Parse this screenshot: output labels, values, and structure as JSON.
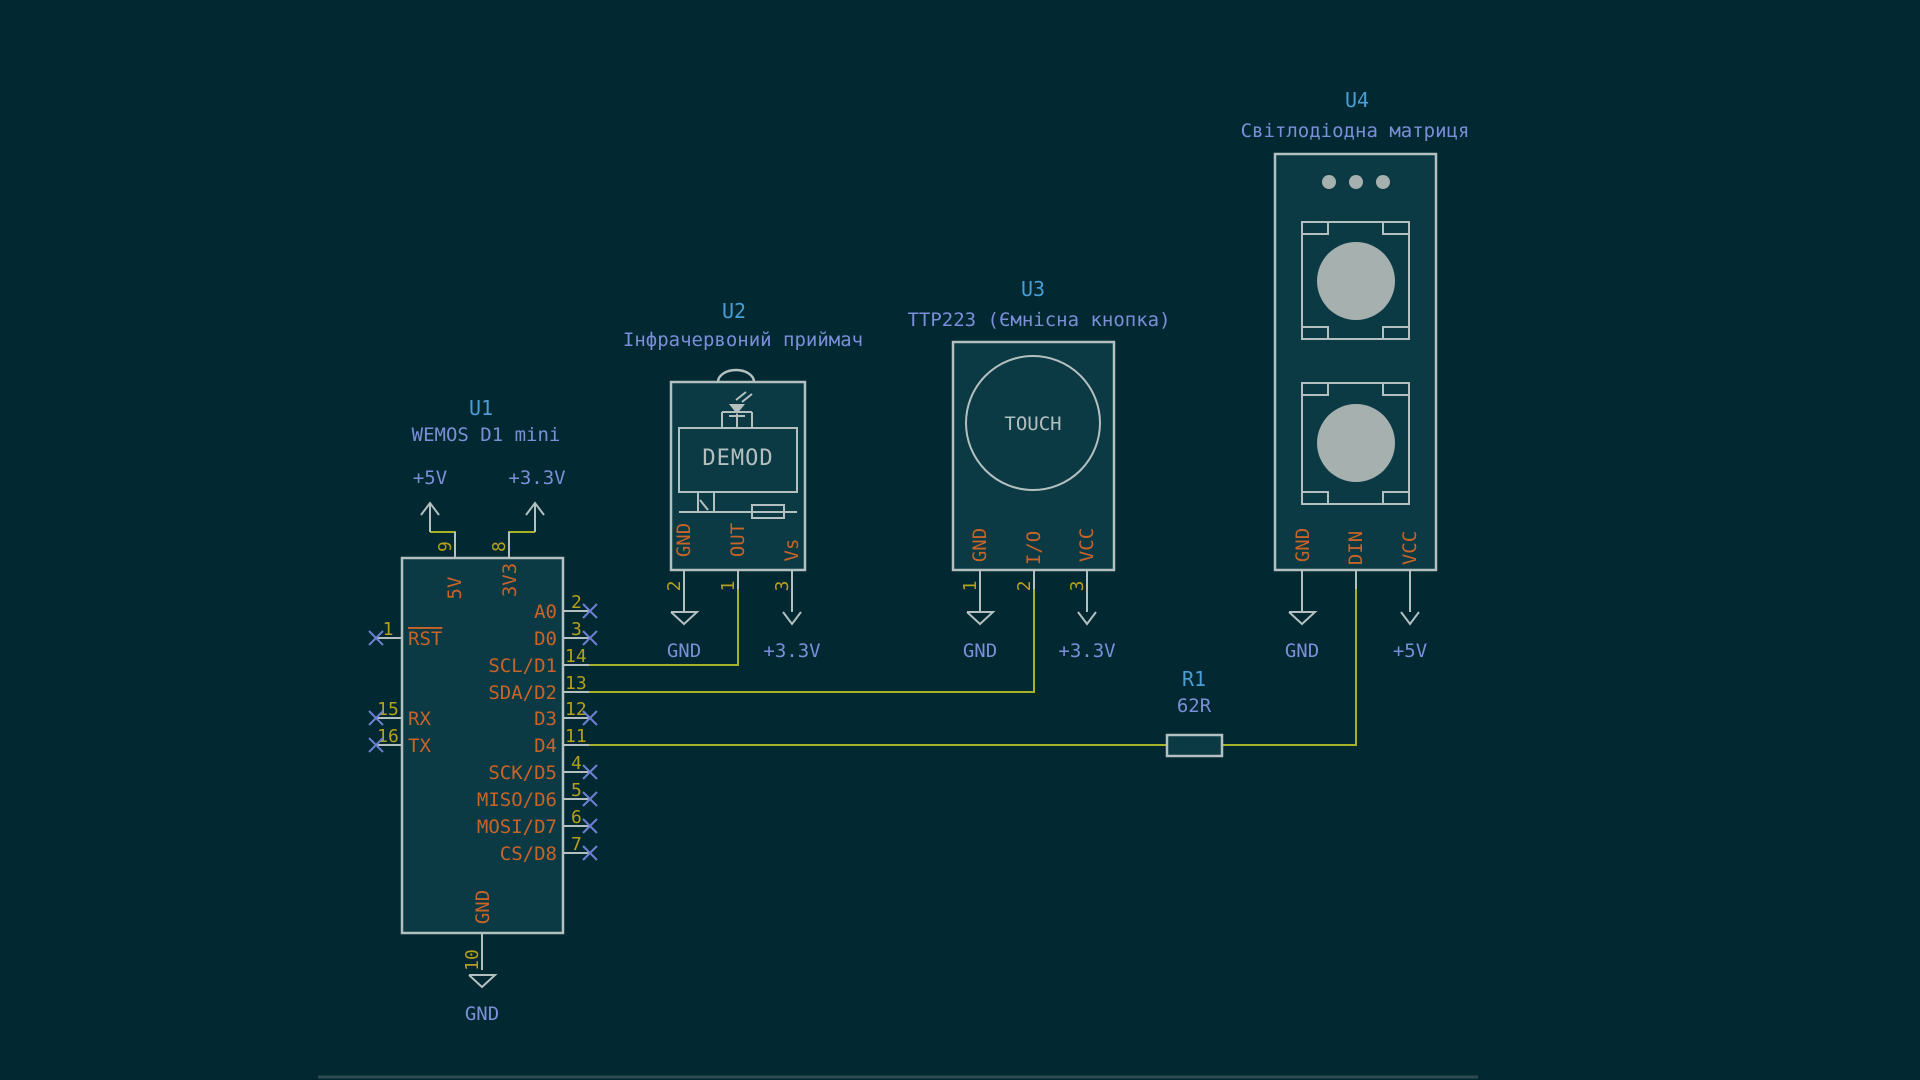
{
  "schematic": {
    "u1": {
      "ref": "U1",
      "value": "WEMOS D1 mini",
      "power": {
        "v5": "+5V",
        "v33": "+3.3V",
        "gnd": "GND"
      },
      "pins": {
        "5v": {
          "name": "5V",
          "num": "9"
        },
        "3v3": {
          "name": "3V3",
          "num": "8"
        },
        "rst": {
          "name": "RST",
          "num": "1"
        },
        "rx": {
          "name": "RX",
          "num": "15"
        },
        "tx": {
          "name": "TX",
          "num": "16"
        },
        "a0": {
          "name": "A0",
          "num": "2"
        },
        "d0": {
          "name": "D0",
          "num": "3"
        },
        "d1": {
          "name": "SCL/D1",
          "num": "14"
        },
        "d2": {
          "name": "SDA/D2",
          "num": "13"
        },
        "d3": {
          "name": "D3",
          "num": "12"
        },
        "d4": {
          "name": "D4",
          "num": "11"
        },
        "d5": {
          "name": "SCK/D5",
          "num": "4"
        },
        "d6": {
          "name": "MISO/D6",
          "num": "5"
        },
        "d7": {
          "name": "MOSI/D7",
          "num": "6"
        },
        "d8": {
          "name": "CS/D8",
          "num": "7"
        },
        "gnd": {
          "name": "GND",
          "num": "10"
        }
      }
    },
    "u2": {
      "ref": "U2",
      "value": "Інфрачервоний приймач",
      "inner_label": "DEMOD",
      "power": {
        "gnd": "GND",
        "vcc": "+3.3V"
      },
      "pins": {
        "gnd": {
          "name": "GND",
          "num": "2"
        },
        "out": {
          "name": "OUT",
          "num": "1"
        },
        "vs": {
          "name": "Vs",
          "num": "3"
        }
      }
    },
    "u3": {
      "ref": "U3",
      "value": "TTP223 (Ємнісна кнопка)",
      "inner_label": "TOUCH",
      "power": {
        "gnd": "GND",
        "vcc": "+3.3V"
      },
      "pins": {
        "gnd": {
          "name": "GND",
          "num": "1"
        },
        "io": {
          "name": "I/O",
          "num": "2"
        },
        "vcc": {
          "name": "VCC",
          "num": "3"
        }
      }
    },
    "u4": {
      "ref": "U4",
      "value": "Світлодіодна матриця",
      "power": {
        "gnd": "GND",
        "vcc": "+5V"
      },
      "pins": {
        "gnd": {
          "name": "GND"
        },
        "din": {
          "name": "DIN"
        },
        "vcc": {
          "name": "VCC"
        }
      }
    },
    "r1": {
      "ref": "R1",
      "value": "62R"
    }
  }
}
